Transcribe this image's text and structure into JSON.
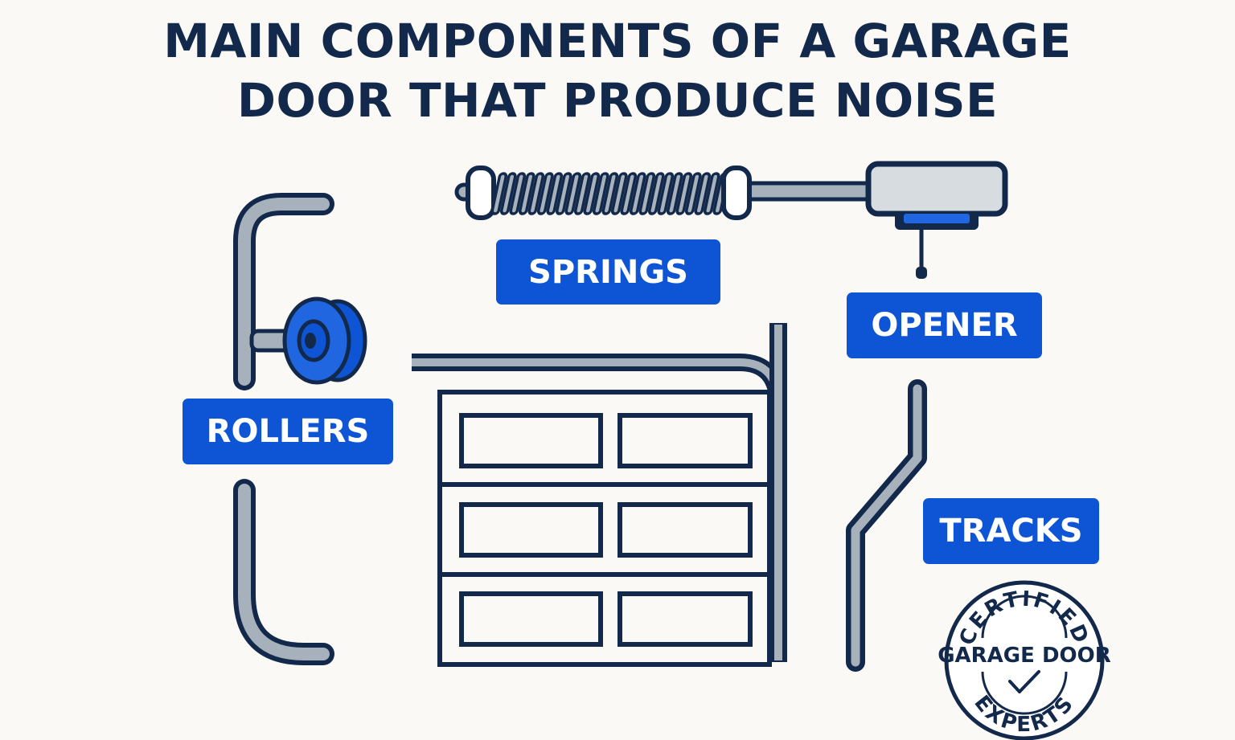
{
  "title": {
    "line1": "MAIN COMPONENTS OF A GARAGE",
    "line2": "DOOR THAT PRODUCE NOISE"
  },
  "labels": {
    "springs": "SPRINGS",
    "opener": "OPENER",
    "rollers": "ROLLERS",
    "tracks": "TRACKS"
  },
  "seal": {
    "top": "CERTIFIED",
    "middle": "GARAGE DOOR",
    "bottom": "EXPERTS",
    "icon": "checkmark-icon"
  },
  "colors": {
    "navy": "#13294b",
    "accent_blue": "#0d55d4",
    "steel_gray": "#a7b1bb",
    "background": "#faf9f5"
  }
}
